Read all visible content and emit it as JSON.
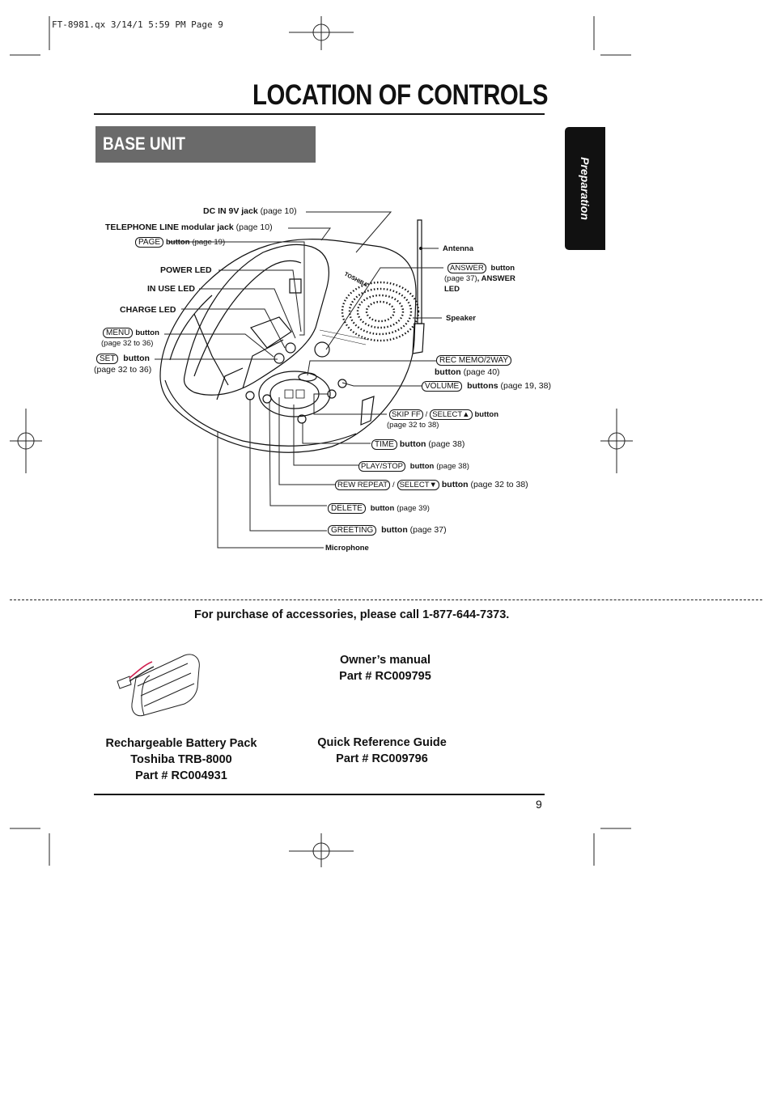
{
  "print_header": "FT-8981.qx  3/14/1 5:59 PM  Page 9",
  "page_title": "LOCATION OF CONTROLS",
  "section_title": "BASE UNIT",
  "side_tab": "Preparation",
  "device_brand": "TOSHIBA",
  "callouts": {
    "dc_in": {
      "name": "DC IN 9V jack",
      "ref": "(page 10)"
    },
    "tel_line": {
      "name": "TELEPHONE LINE modular jack",
      "ref": "(page 10)"
    },
    "page": {
      "key": "PAGE",
      "name": "button",
      "ref": "(page 19)"
    },
    "power_led": {
      "name": "POWER LED"
    },
    "in_use_led": {
      "name": "IN USE LED"
    },
    "charge_led": {
      "name": "CHARGE LED"
    },
    "menu": {
      "key": "MENU",
      "name": "button",
      "ref": "(page 32 to 36)"
    },
    "set": {
      "key": "SET",
      "name": "button",
      "ref": "(page 32 to 36)"
    },
    "antenna": {
      "name": "Antenna"
    },
    "answer": {
      "key": "ANSWER",
      "name": "button",
      "ref": "(page 37)",
      "extra": ", ANSWER",
      "extra2": "LED"
    },
    "speaker": {
      "name": "Speaker"
    },
    "rec_memo": {
      "key": "REC MEMO/2WAY",
      "name": "button",
      "ref": "(page 40)"
    },
    "volume": {
      "key": "VOLUME",
      "name": "buttons",
      "ref": "(page 19, 38)"
    },
    "skip_ff": {
      "key": "SKIP FF",
      "sep": "/",
      "key2": "SELECT▲",
      "name": "button",
      "ref": "(page 32 to 38)"
    },
    "time": {
      "key": "TIME",
      "name": "button",
      "ref": "(page 38)"
    },
    "play_stop": {
      "key": "PLAY/STOP",
      "name": "button",
      "ref": "(page 38)"
    },
    "rew_repeat": {
      "key": "REW REPEAT",
      "sep": "/",
      "key2": "SELECT▼",
      "name": "button",
      "ref": "(page 32 to 38)"
    },
    "delete": {
      "key": "DELETE",
      "name": "button",
      "ref": "(page 39)"
    },
    "greeting": {
      "key": "GREETING",
      "name": "button",
      "ref": "(page 37)"
    },
    "microphone": {
      "name": "Microphone"
    }
  },
  "accessories": {
    "purchase_note": "For purchase of accessories, please call 1-877-644-7373.",
    "manual_line1": "Owner’s manual",
    "manual_line2": "Part # RC009795",
    "battery_line1": "Rechargeable Battery Pack",
    "battery_line2": "Toshiba TRB-8000",
    "battery_line3": "Part # RC004931",
    "guide_line1": "Quick Reference Guide",
    "guide_line2": "Part # RC009796"
  },
  "page_number": "9"
}
